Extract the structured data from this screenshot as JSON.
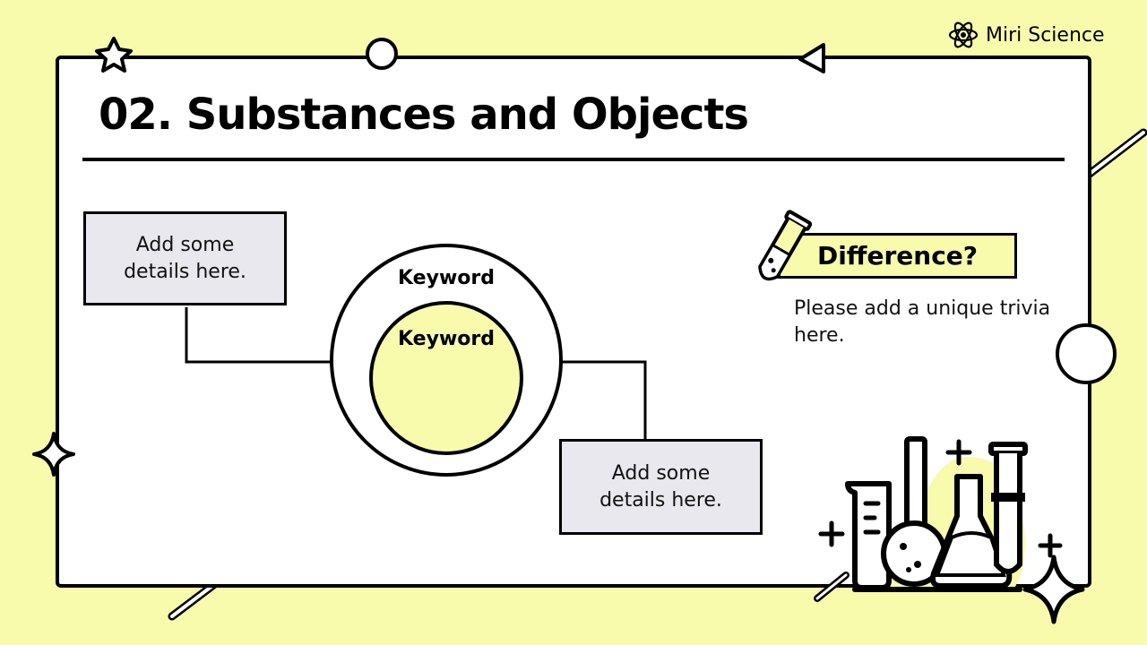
{
  "brand": {
    "name": "Miri Science",
    "icon": "atom-icon"
  },
  "title": "02. Substances and Objects",
  "boxes": {
    "top_left": {
      "text": "Add some details here."
    },
    "bottom_right": {
      "text": "Add some details here."
    }
  },
  "circles": {
    "outer_keyword": "Keyword",
    "inner_keyword": "Keyword"
  },
  "callout": {
    "heading": "Difference?",
    "body": "Please add a unique trivia here.",
    "icon": "test-tube-icon"
  },
  "illustration": {
    "icon": "lab-glassware-icon"
  },
  "colors": {
    "background": "#f7fbab",
    "accent": "#f7fbab",
    "box_fill": "#e8e8ee",
    "ink": "#000000"
  }
}
